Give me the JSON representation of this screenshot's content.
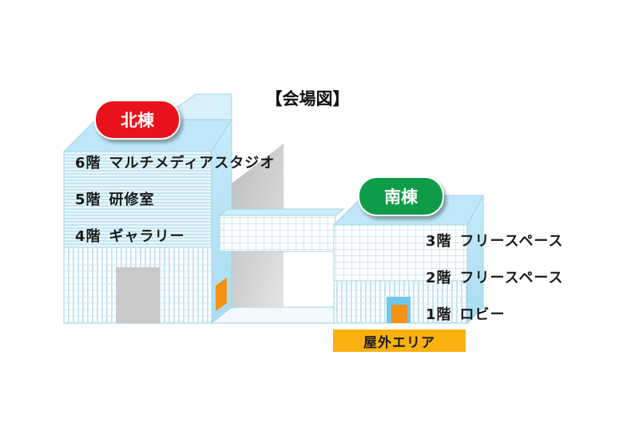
{
  "title": "【会場図】",
  "buildings": {
    "north": {
      "name": "北棟",
      "color": "#e8121c",
      "floors": [
        {
          "num": "6階",
          "label": "マルチメディアスタジオ"
        },
        {
          "num": "5階",
          "label": "研修室"
        },
        {
          "num": "4階",
          "label": "ギャラリー"
        }
      ]
    },
    "south": {
      "name": "南棟",
      "color": "#0f9c49",
      "floors": [
        {
          "num": "3階",
          "label": "フリースペース"
        },
        {
          "num": "2階",
          "label": "フリースペース"
        },
        {
          "num": "1階",
          "label": "ロビー"
        }
      ]
    }
  },
  "outdoor_area": {
    "label": "屋外エリア",
    "color": "#f8b10e"
  }
}
